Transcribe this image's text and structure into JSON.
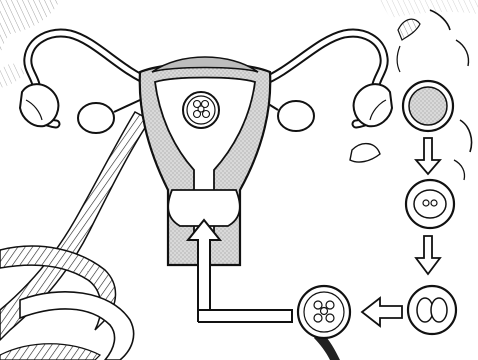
{
  "diagram": {
    "labels": [],
    "stages": [
      {
        "id": "egg",
        "cells": 0
      },
      {
        "id": "zygote",
        "cells": 2
      },
      {
        "id": "two-cell",
        "cells": 2
      },
      {
        "id": "four-cell",
        "cells": 4
      },
      {
        "id": "implanted",
        "cells": 4
      }
    ]
  }
}
